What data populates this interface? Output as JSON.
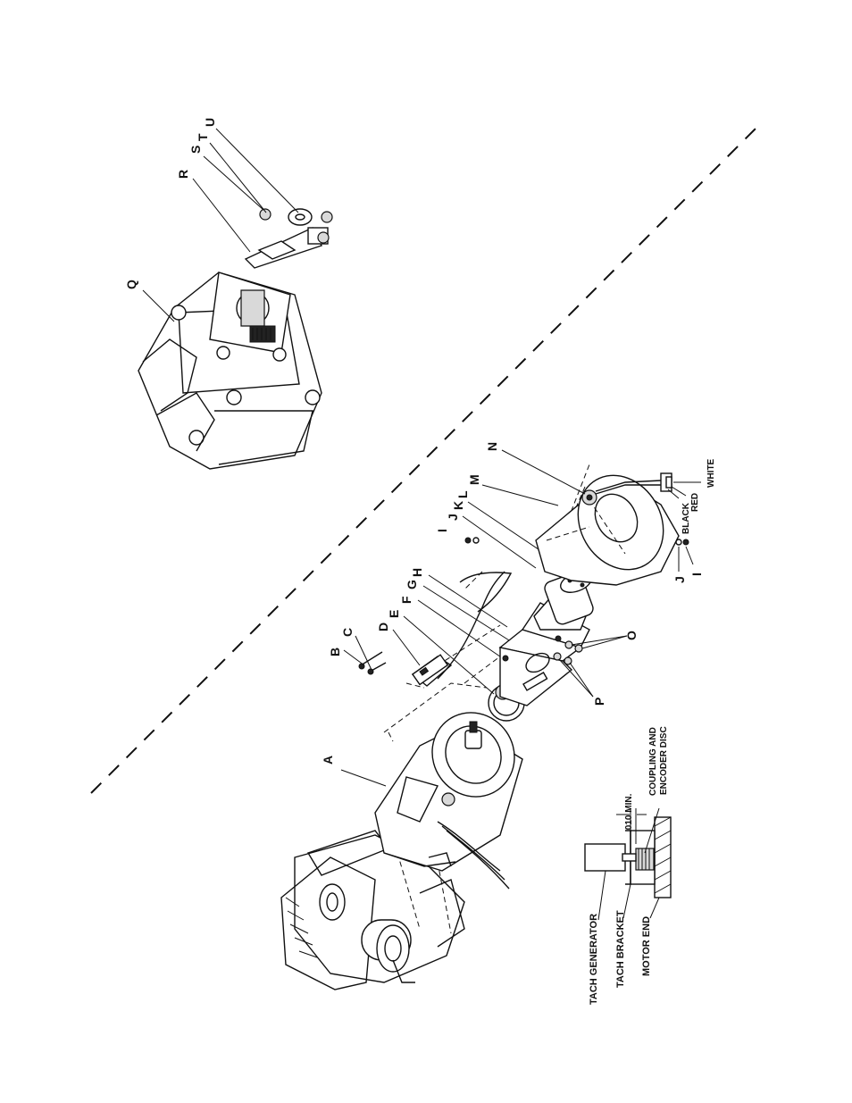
{
  "callouts": {
    "A": "A",
    "B": "B",
    "C": "C",
    "D": "D",
    "E": "E",
    "F": "F",
    "G": "G",
    "H": "H",
    "I": "I",
    "J": "J",
    "K": "K",
    "L": "L",
    "M": "M",
    "N": "N",
    "O": "O",
    "P": "P",
    "Q": "Q",
    "R": "R",
    "S": "S",
    "T": "T",
    "U": "U",
    "I2": "I",
    "J2": "J"
  },
  "wire_labels": {
    "black": "BLACK",
    "red": "RED",
    "white": "WHITE"
  },
  "detail": {
    "clearance": ".010 MIN.",
    "coupling": [
      "COUPLING AND",
      "ENCODER DISC"
    ],
    "tach_generator": "TACH GENERATOR",
    "tach_bracket": "TACH BRACKET",
    "motor_end": "MOTOR END"
  }
}
